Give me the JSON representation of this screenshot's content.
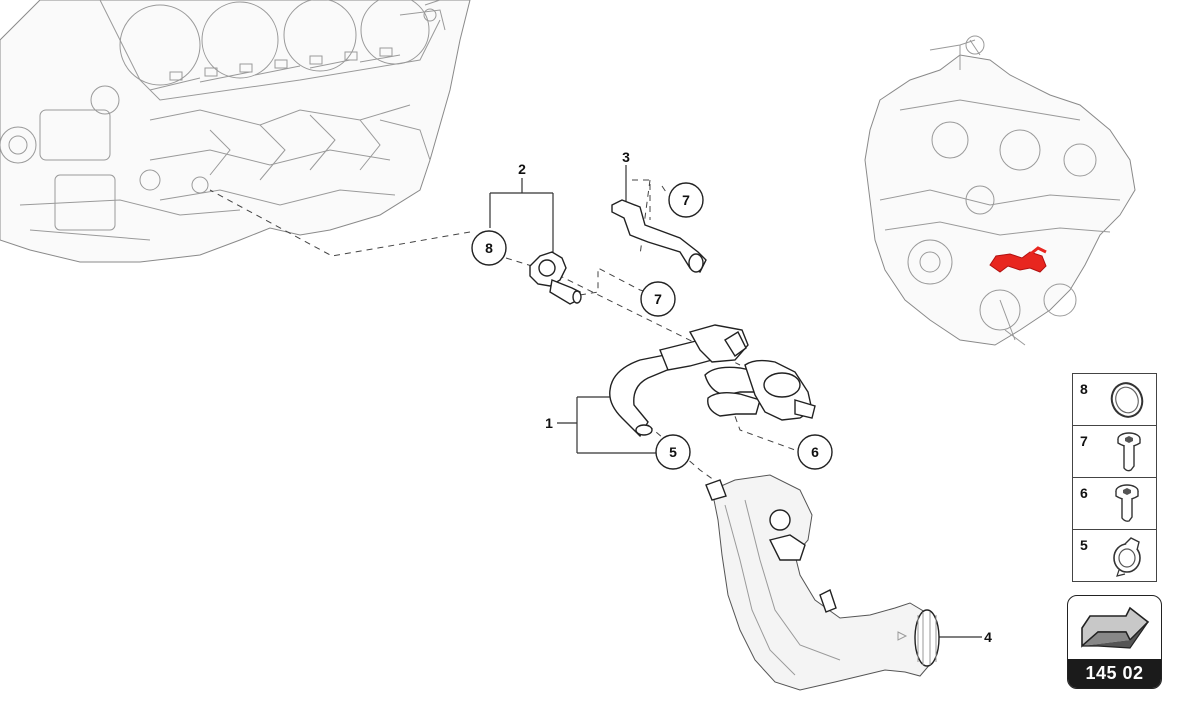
{
  "callouts": {
    "c1": "1",
    "c2": "2",
    "c3": "3",
    "c4": "4",
    "c5": "5",
    "c6": "6",
    "c7a": "7",
    "c7b": "7",
    "c8": "8"
  },
  "legend": {
    "items": [
      {
        "number": "8",
        "icon": "o-ring-icon"
      },
      {
        "number": "7",
        "icon": "bolt-icon"
      },
      {
        "number": "6",
        "icon": "bolt-icon"
      },
      {
        "number": "5",
        "icon": "hose-clamp-icon"
      }
    ]
  },
  "navigation": {
    "page_number": "145 02",
    "icon": "back-arrow-icon"
  },
  "colors": {
    "highlight": "#e8261f",
    "line": "#222222",
    "nav_footer": "#1b1b1b"
  }
}
